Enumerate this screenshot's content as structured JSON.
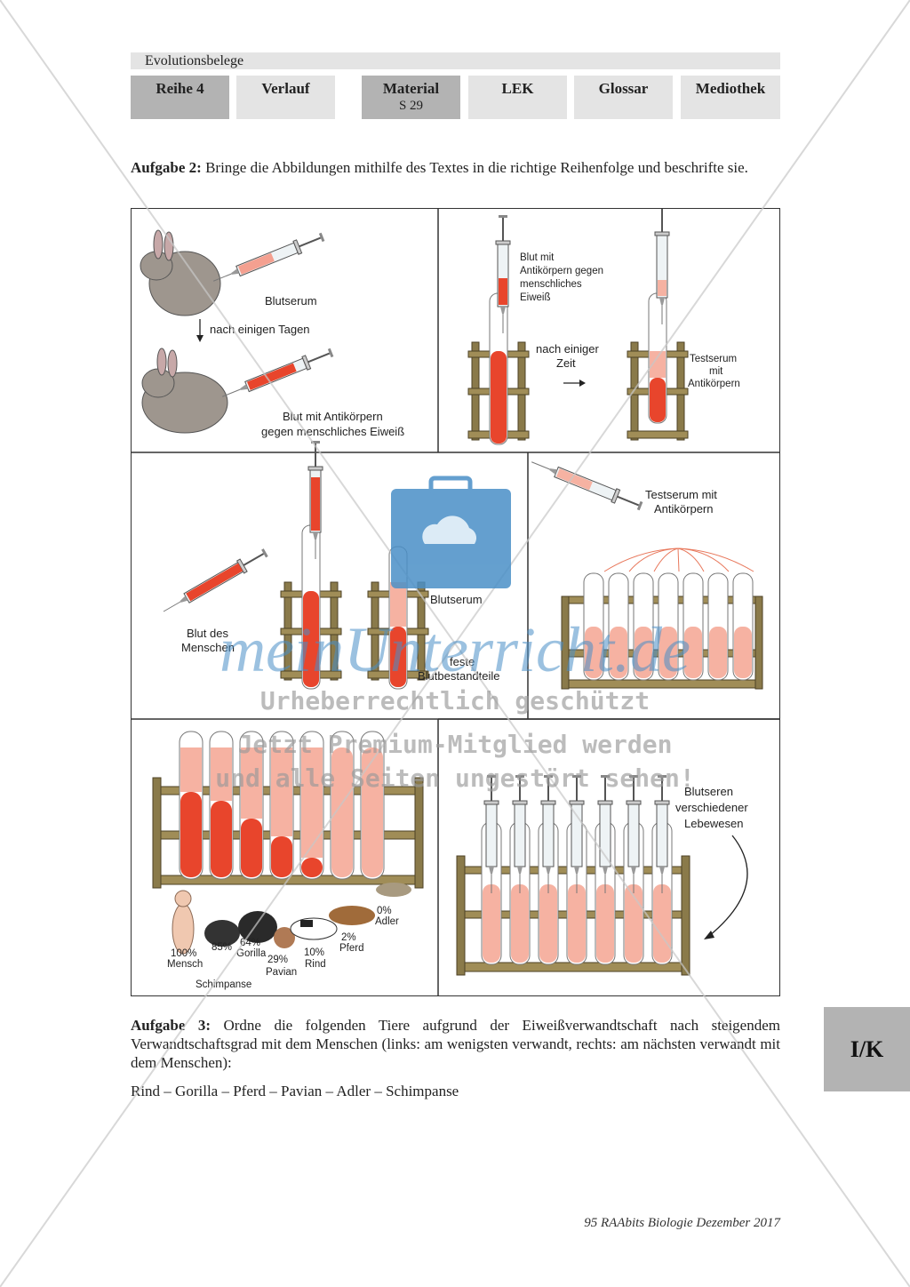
{
  "header": {
    "title": "Evolutionsbelege"
  },
  "nav": {
    "tabs": [
      {
        "label": "Reihe 4",
        "sub": ""
      },
      {
        "label": "Verlauf",
        "sub": ""
      },
      {
        "label": "Material",
        "sub": "S 29"
      },
      {
        "label": "LEK",
        "sub": ""
      },
      {
        "label": "Glossar",
        "sub": ""
      },
      {
        "label": "Mediothek",
        "sub": ""
      }
    ]
  },
  "task2": {
    "label": "Aufgabe 2:",
    "text": " Bringe die Abbildungen mithilfe des Textes in die richtige Reihenfolge und beschrifte sie."
  },
  "panels": {
    "p1": {
      "serum": "Blutserum",
      "days": "nach einigen Tagen",
      "blood1": "Blut mit Antikörpern",
      "blood2": "gegen menschliches Eiweiß"
    },
    "p2": {
      "a1": "Blut mit",
      "a2": "Antikörpern gegen",
      "a3": "menschliches",
      "a4": "Eiweiß",
      "t1": "nach einiger",
      "t2": "Zeit",
      "s1": "Testserum",
      "s2": "mit",
      "s3": "Antikörpern"
    },
    "p3": {
      "h1": "Blut des",
      "h2": "Menschen",
      "serum": "Blutserum",
      "f1": "feste",
      "f2": "Blutbestandteile"
    },
    "p4": {
      "t1": "Testserum mit",
      "t2": "Antikörpern"
    },
    "p5": {
      "results": [
        {
          "pct": "100%",
          "name": "Mensch"
        },
        {
          "pct": "85%",
          "name": "Schimpanse"
        },
        {
          "pct": "64%",
          "name": "Gorilla"
        },
        {
          "pct": "29%",
          "name": "Pavian"
        },
        {
          "pct": "10%",
          "name": "Rind"
        },
        {
          "pct": "2%",
          "name": "Pferd"
        },
        {
          "pct": "0%",
          "name": "Adler"
        }
      ]
    },
    "p6": {
      "l1": "Blutseren",
      "l2": "verschiedener",
      "l3": "Lebewesen"
    }
  },
  "task3": {
    "label": "Aufgabe 3:",
    "text": " Ordne die folgenden Tiere aufgrund der Eiweißverwandtschaft nach steigendem Verwandtschaftsgrad mit dem Menschen (links: am wenigsten verwandt, rechts: am nächsten verwandt mit dem Menschen):",
    "animals": "Rind – Gorilla – Pferd – Pavian – Adler – Schimpanse"
  },
  "side_tab": "I/K",
  "footer": "95 RAAbits Biologie Dezember 2017",
  "watermark": {
    "brand": "meinUnterricht.de",
    "line1": "Urheberrechtlich geschützt",
    "line2": "Jetzt Premium-Mitglied werden",
    "line3": "und alle Seiten ungestört sehen!"
  },
  "colors": {
    "tab_light": "#e4e4e4",
    "tab_dark": "#b3b3b3",
    "blood": "#e8452c",
    "serum": "#f6b2a2",
    "wood": "#8a7a4a",
    "wm_blue": "#4a8fc7"
  }
}
